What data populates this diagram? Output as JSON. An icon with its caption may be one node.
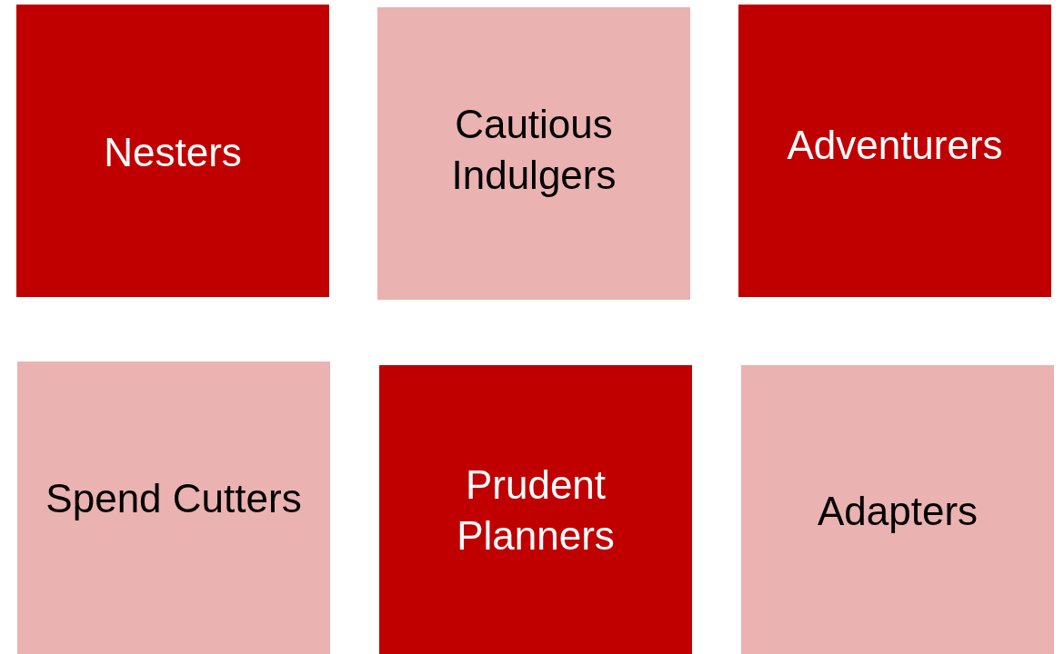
{
  "diagram": {
    "nodes": [
      {
        "text": [
          "Nesters"
        ]
      },
      {
        "text": [
          "Cautious Indulgers"
        ]
      },
      {
        "text": [
          "Adventurers"
        ]
      },
      {
        "text": [
          "Spend Cutters"
        ]
      },
      {
        "text": [
          "Prudent Planners"
        ]
      },
      {
        "text": [
          "Adapters"
        ]
      }
    ]
  }
}
